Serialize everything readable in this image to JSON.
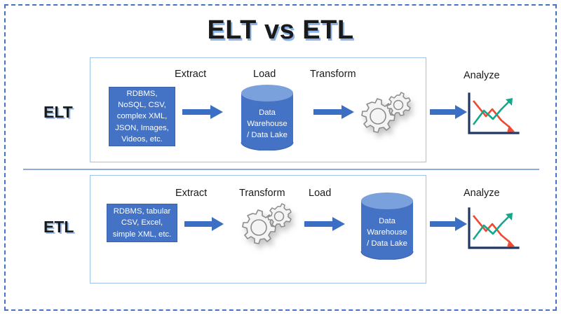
{
  "title": "ELT vs ETL",
  "colors": {
    "box_blue": "#4472c4",
    "cylinder_blue": "#4472c4",
    "cylinder_top": "#7ba1dd",
    "arrow_blue": "#3a6fc4",
    "panel_border": "#9dc3e6",
    "frame_dashed": "#4472c4",
    "divider": "#8ea9db",
    "chart_axis": "#1f3864",
    "chart_line_down": "#ed4b33",
    "chart_line_up": "#13a88a",
    "gear_gray": "#f2f2f2",
    "gear_outline": "#808080",
    "title_shadow": "#8ab4e8"
  },
  "rows": [
    {
      "id": "elt",
      "label": "ELT",
      "source": "RDBMS, NoSQL, CSV, complex XML, JSON, Images, Videos, etc.",
      "source_lines": [
        "RDBMS, NoSQL,",
        "CSV, complex",
        "XML, JSON,",
        "Images, Videos,",
        "etc."
      ],
      "captions": {
        "first": "Extract",
        "second": "Load",
        "third": "Transform",
        "last": "Analyze"
      },
      "store_lines": [
        "Data",
        "Warehouse",
        "/ Data Lake"
      ],
      "sequence": [
        "source",
        "Extract",
        "Load",
        "Transform",
        "Analyze"
      ]
    },
    {
      "id": "etl",
      "label": "ETL",
      "source": "RDBMS, tabular CSV, Excel, simple XML, etc.",
      "source_lines": [
        "RDBMS, tabular",
        "CSV, Excel,",
        "simple XML, etc."
      ],
      "captions": {
        "first": "Extract",
        "second": "Transform",
        "third": "Load",
        "last": "Analyze"
      },
      "store_lines": [
        "Data",
        "Warehouse",
        "/ Data Lake"
      ],
      "sequence": [
        "source",
        "Extract",
        "Transform",
        "Load",
        "Analyze"
      ]
    }
  ],
  "icons": {
    "gears": "gears-icon",
    "cylinder": "database-cylinder-icon",
    "chart": "line-chart-icon",
    "arrow": "arrow-right-icon"
  }
}
